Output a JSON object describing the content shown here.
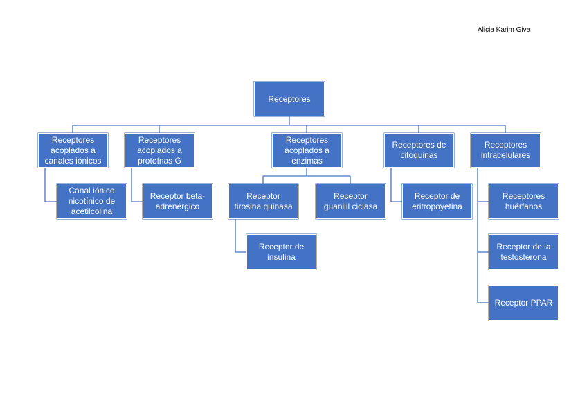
{
  "author": "Alicia Karim Giva",
  "colors": {
    "box_fill": "#4472C4",
    "box_text": "#FFFFFF",
    "connector": "#4472C4"
  },
  "diagram": {
    "root": "Receptores",
    "categories": [
      {
        "label": "Receptores\nacoplados a\ncanales iónicos",
        "children": [
          "Canal iónico\nnicotínico de\nacetilcolina"
        ]
      },
      {
        "label": "Receptores\nacoplados a\nproteínas G",
        "children": [
          "Receptor beta-\nadrenérgico"
        ]
      },
      {
        "label": "Receptores\nacoplados a\nenzimas",
        "children": [
          "Receptor\ntirosina quinasa",
          "Receptor\nguanilil ciclasa"
        ],
        "grandchild": "Receptor de\ninsulina"
      },
      {
        "label": "Receptores de\ncitoquinas",
        "children": [
          "Receptor de\neritropoyetina"
        ]
      },
      {
        "label": "Receptores\nintracelulares",
        "children": [
          "Receptores\nhuérfanos",
          "Receptor de la\ntestosterona",
          "Receptor PPAR"
        ]
      }
    ]
  }
}
